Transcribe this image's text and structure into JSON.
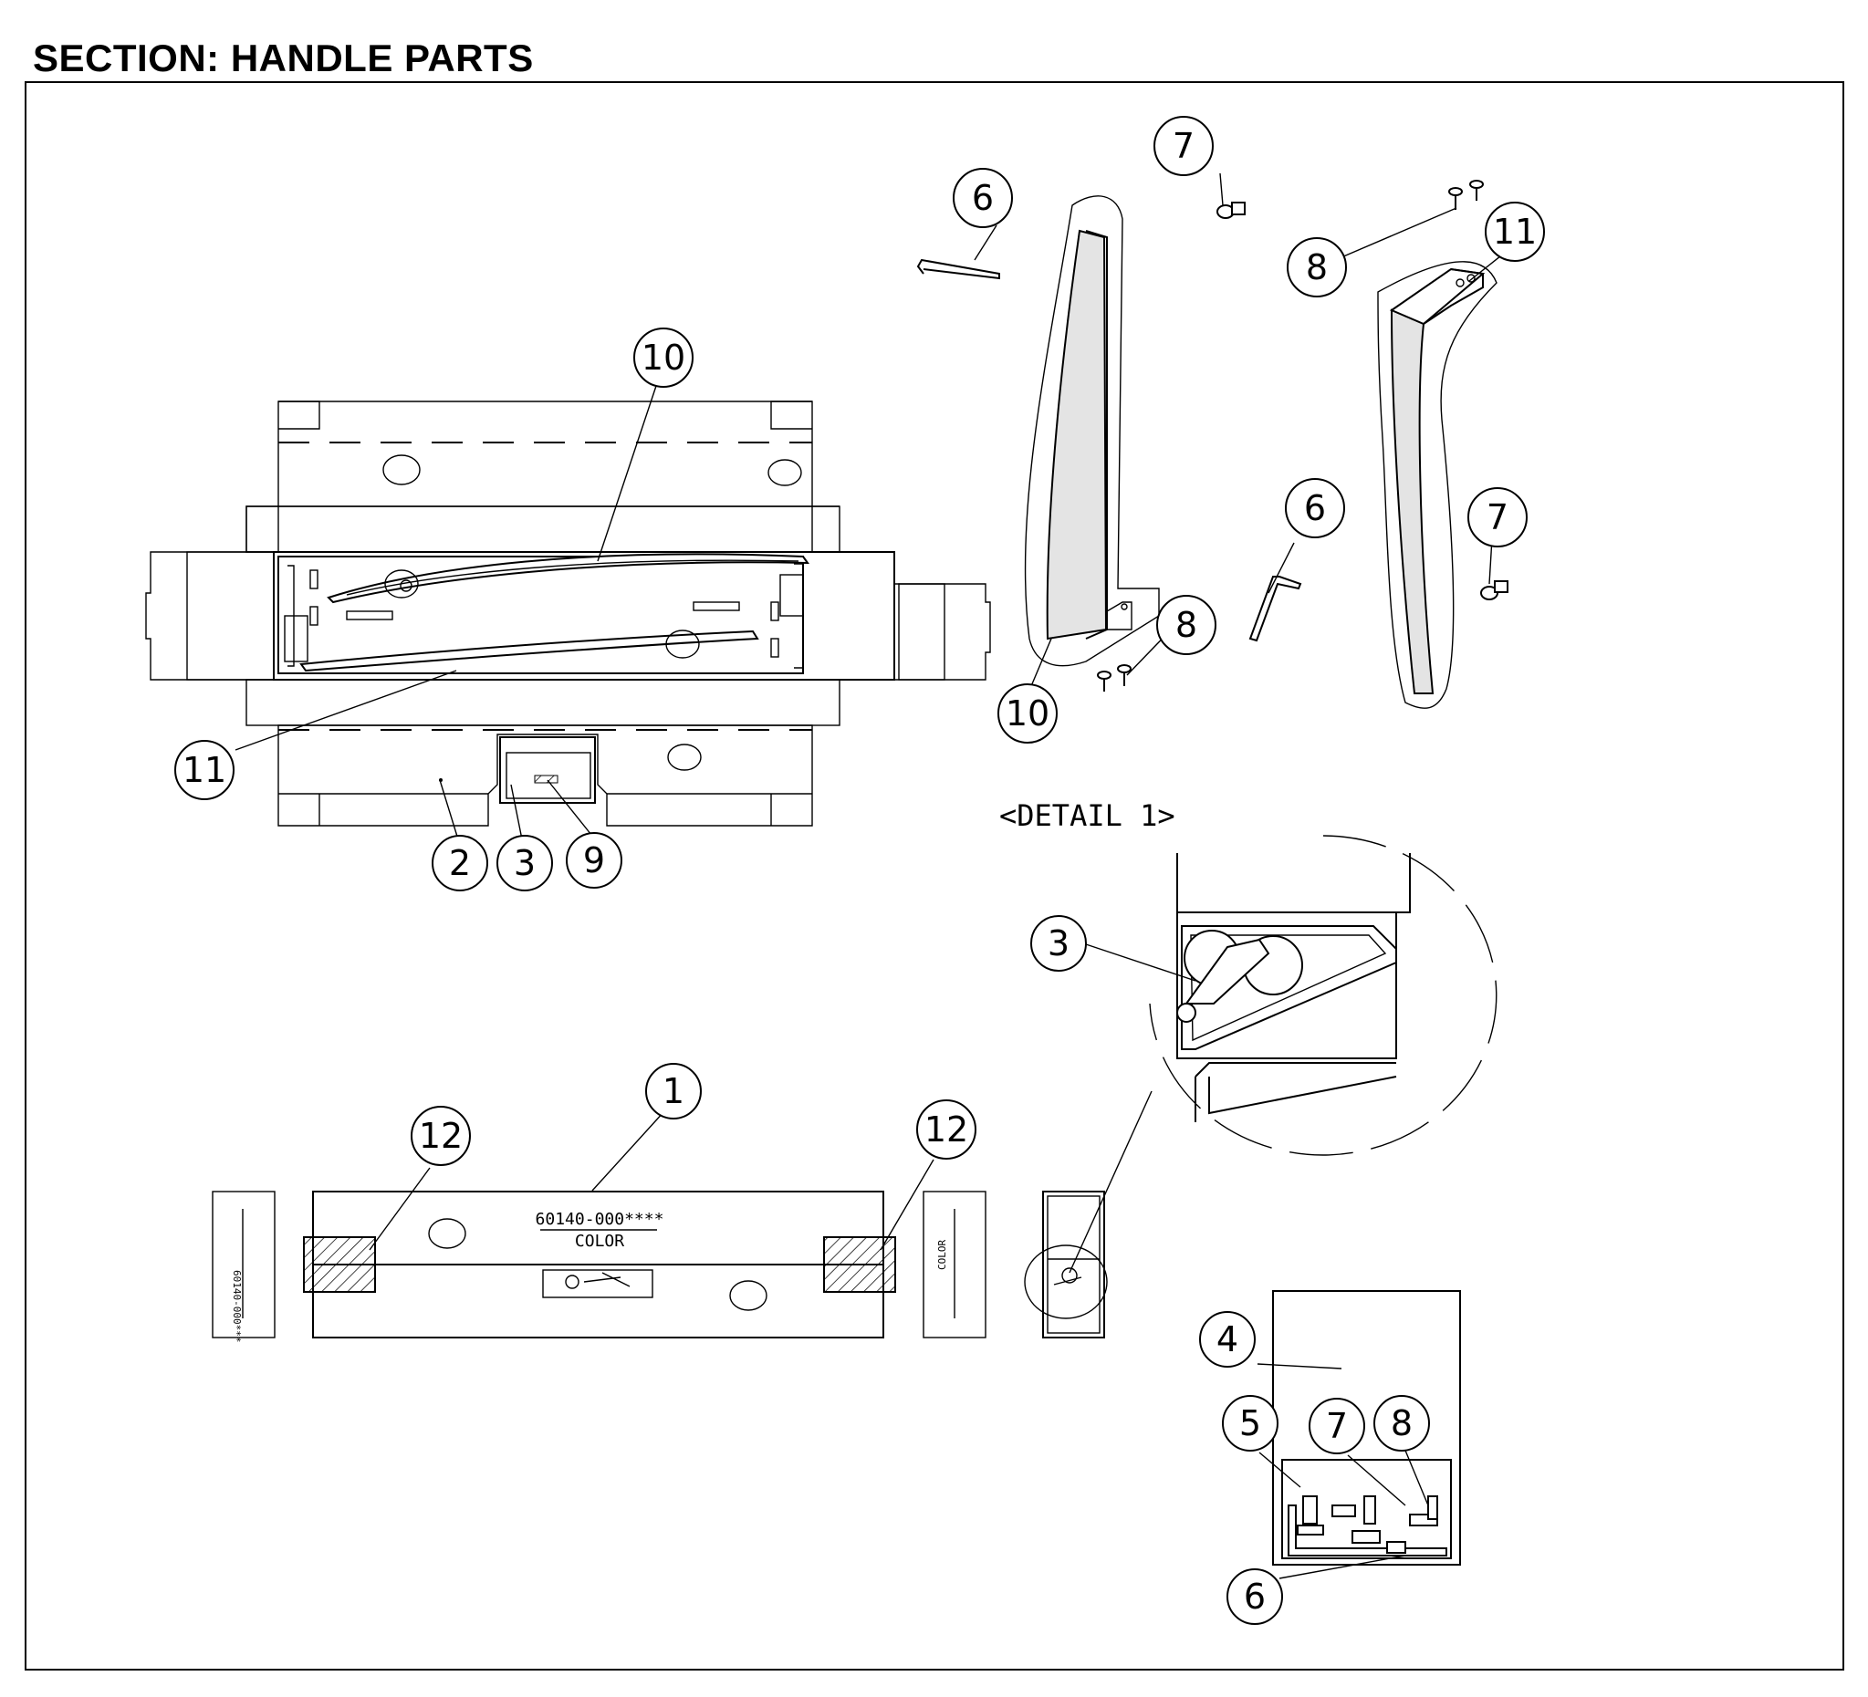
{
  "title": "SECTION: HANDLE PARTS",
  "detail_label": "<DETAIL 1>",
  "box_label": {
    "part_number": "60140-000****",
    "color": "COLOR"
  },
  "side_label": {
    "part_number": "60140-000***",
    "color": "COLOR"
  },
  "callouts": [
    "1",
    "2",
    "3",
    "4",
    "5",
    "6",
    "7",
    "8",
    "9",
    "10",
    "11",
    "12"
  ]
}
